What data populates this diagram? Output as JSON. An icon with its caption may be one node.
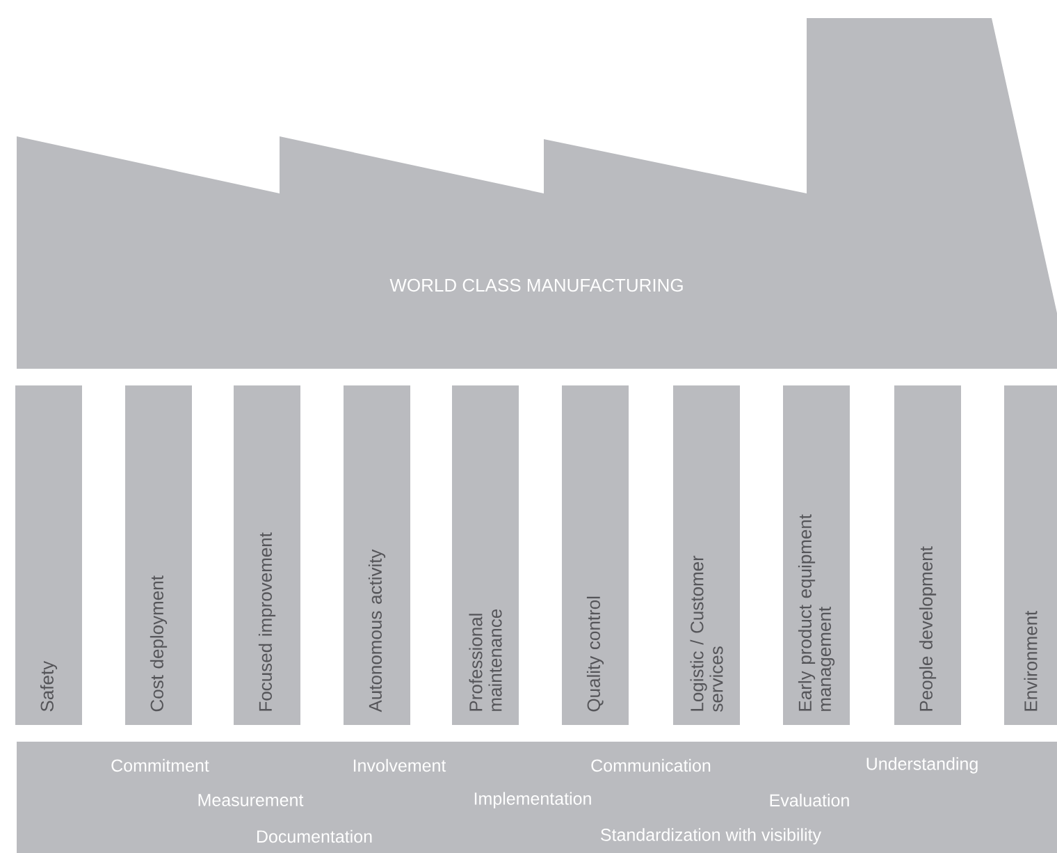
{
  "diagram": {
    "nodes": [
      {
        "text": [
          "WORLD CLASS MANUFACTURING"
        ]
      },
      {
        "text": [
          "Safety"
        ]
      },
      {
        "text": [
          "Cost deployment"
        ]
      },
      {
        "text": [
          "Focused improvement"
        ]
      },
      {
        "text": [
          "Autonomous activity"
        ]
      },
      {
        "text": [
          "Professional maintenance"
        ]
      },
      {
        "text": [
          "Quality control"
        ]
      },
      {
        "text": [
          "Logistic / Customer services"
        ]
      },
      {
        "text": [
          "Early product equipment management"
        ]
      },
      {
        "text": [
          "People development"
        ]
      },
      {
        "text": [
          "Environment"
        ]
      },
      {
        "text": [
          "Commitment",
          "Involvement",
          "Communication",
          "Understanding",
          "Measurement",
          "Implementation",
          "Evaluation",
          "Documentation",
          "Standardization with visibility"
        ]
      }
    ]
  }
}
